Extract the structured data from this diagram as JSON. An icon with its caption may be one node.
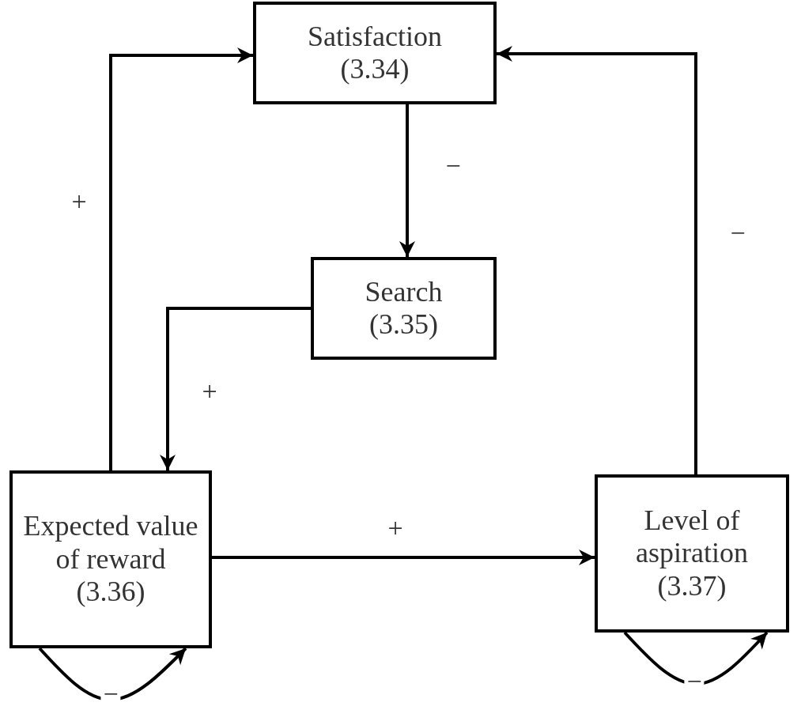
{
  "diagram": {
    "nodes": [
      {
        "text": [
          "Satisfaction",
          "(3.34)"
        ]
      },
      {
        "text": [
          "Search",
          "(3.35)"
        ]
      },
      {
        "text": [
          "Expected value of reward",
          "(3.36)"
        ]
      },
      {
        "text": [
          "Level of aspiration",
          "(3.37)"
        ]
      }
    ],
    "edges": [
      {
        "from": 0,
        "to": 1,
        "arrow": "to",
        "label": "−"
      },
      {
        "from": 1,
        "to": 2,
        "arrow": "to",
        "label": "+"
      },
      {
        "from": 2,
        "to": 0,
        "arrow": "to",
        "label": "+"
      },
      {
        "from": 2,
        "to": 3,
        "arrow": "to",
        "label": "+"
      },
      {
        "from": 3,
        "to": 0,
        "arrow": "to",
        "label": "−"
      },
      {
        "from": 2,
        "to": 2,
        "arrow": "to",
        "label": "−"
      },
      {
        "from": 3,
        "to": 3,
        "arrow": "to",
        "label": "−"
      }
    ]
  }
}
